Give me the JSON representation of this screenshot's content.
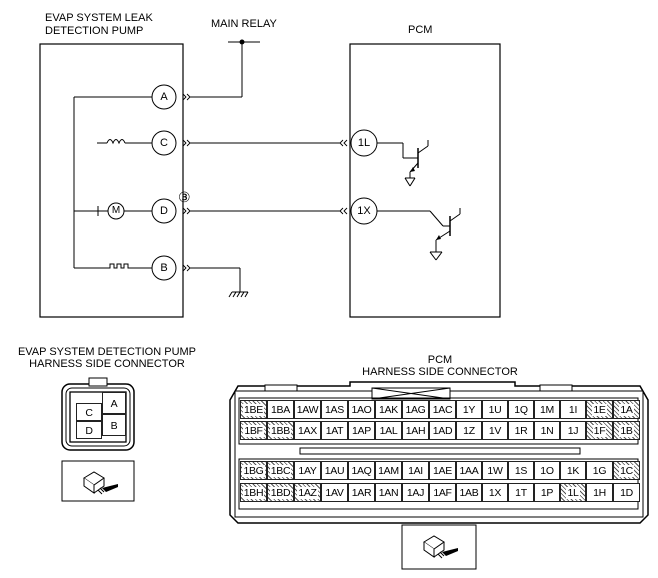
{
  "labels": {
    "pump_title_1": "EVAP SYSTEM LEAK",
    "pump_title_2": "DETECTION PUMP",
    "main_relay": "MAIN RELAY",
    "pcm": "PCM",
    "pump_conn_1": "EVAP SYSTEM DETECTION PUMP",
    "pump_conn_2": "HARNESS SIDE CONNECTOR",
    "pcm_conn_1": "PCM",
    "pcm_conn_2": "HARNESS SIDE CONNECTOR"
  },
  "pump_terminals": {
    "a": "A",
    "c": "C",
    "d": "D",
    "b": "B"
  },
  "pump_internal": {
    "motor": "M"
  },
  "pcm_terminals": {
    "l": "1L",
    "x": "1X"
  },
  "wire_marker": "③",
  "pump_connector_pins": {
    "a": "A",
    "b": "B",
    "c": "C",
    "d": "D"
  },
  "pcm_connector": {
    "row1": [
      "1BE",
      "1BA",
      "1AW",
      "1AS",
      "1AO",
      "1AK",
      "1AG",
      "1AC",
      "1Y",
      "1U",
      "1Q",
      "1M",
      "1I",
      "1E",
      "1A"
    ],
    "row2": [
      "1BF",
      "1BB",
      "1AX",
      "1AT",
      "1AP",
      "1AL",
      "1AH",
      "1AD",
      "1Z",
      "1V",
      "1R",
      "1N",
      "1J",
      "1F",
      "1B"
    ],
    "row3": [
      "1BG",
      "1BC",
      "1AY",
      "1AU",
      "1AQ",
      "1AM",
      "1AI",
      "1AE",
      "1AA",
      "1W",
      "1S",
      "1O",
      "1K",
      "1G",
      "1C"
    ],
    "row4": [
      "1BH",
      "1BD",
      "1AZ",
      "1AV",
      "1AR",
      "1AN",
      "1AJ",
      "1AF",
      "1AB",
      "1X",
      "1T",
      "1P",
      "1L",
      "1H",
      "1D"
    ]
  }
}
